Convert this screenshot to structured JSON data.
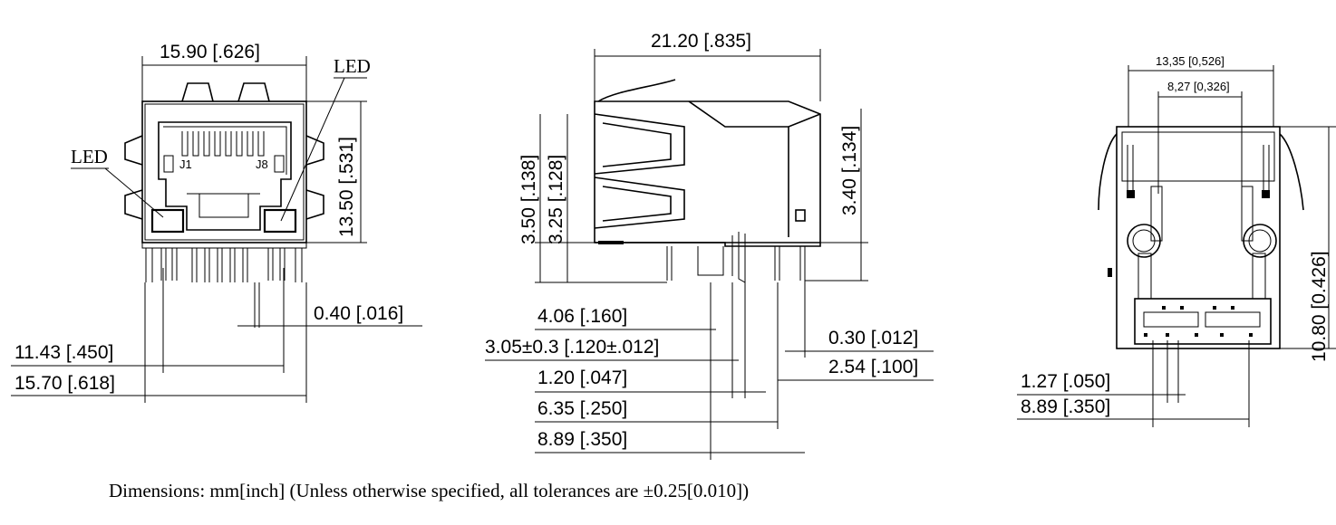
{
  "front_view": {
    "width_label": "15.90 [.626]",
    "led_top_label": "LED",
    "led_left_label": "LED",
    "j1_label": "J1",
    "j8_label": "J8",
    "height_label": "13.50 [.531]",
    "pin_width_label": "0.40 [.016]",
    "pin_span_label": "11.43 [.450]",
    "post_span_label": "15.70 [.618]"
  },
  "side_view": {
    "length_label": "21.20 [.835]",
    "dim_a_label": "3.50 [.138]",
    "dim_b_label": "3.25 [.128]",
    "dim_c_label": "3.40 [.134]",
    "dim_d_label": "4.06 [.160]",
    "dim_e_label": "3.05±0.3 [.120±.012]",
    "dim_f_label": "1.20 [.047]",
    "dim_g_label": "6.35 [.250]",
    "dim_h_label": "8.89 [.350]",
    "dim_i_label": "0.30 [.012]",
    "dim_j_label": "2.54 [.100]"
  },
  "bottom_view": {
    "width_label": "13,35 [0,526]",
    "inner_label": "8,27 [0,326]",
    "height_label": "10.80 [0.426]",
    "pitch_label": "1.27 [.050]",
    "span_label": "8.89 [.350]"
  },
  "note": "Dimensions: mm[inch] (Unless otherwise specified, all tolerances are ±0.25[0.010])"
}
